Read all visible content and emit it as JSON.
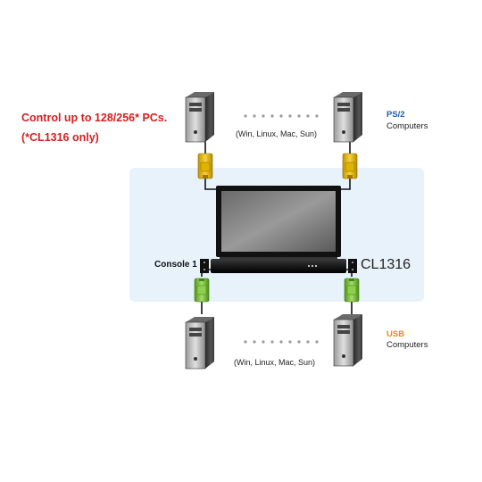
{
  "headline": {
    "line1": "Control up to 128/256* PCs.",
    "line2": "(*CL1316 only)"
  },
  "top_group": {
    "os_note": "(Win, Linux, Mac, Sun)",
    "title": "PS/2",
    "subtitle": "Computers",
    "connector_type": "ps2-connector",
    "title_color": "#1a5fb4"
  },
  "bottom_group": {
    "os_note": "(Win, Linux, Mac, Sun)",
    "title": "USB",
    "subtitle": "Computers",
    "connector_type": "usb-connector",
    "title_color": "#f08a00"
  },
  "device": {
    "console_label": "Console 1",
    "model": "CL1316"
  },
  "colors": {
    "headline": "#d81e1e",
    "panel": "#e8f2fa",
    "ps2_connector": "#e8b800",
    "usb_connector": "#7dc143"
  }
}
